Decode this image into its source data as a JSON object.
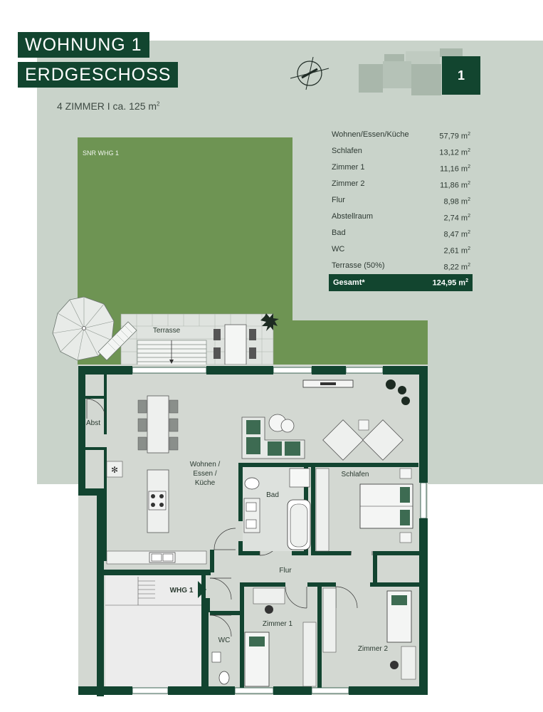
{
  "header": {
    "title_line1": "WOHNUNG 1",
    "title_line2": "ERDGESCHOSS",
    "subtitle": "4 ZIMMER I ca. 125 m",
    "subtitle_sup": "2"
  },
  "unit_badge": "1",
  "compass": {
    "icon": "compass-icon"
  },
  "areas": {
    "unit": "m",
    "unit_sup": "2",
    "rows": [
      {
        "label": "Wohnen/Essen/Küche",
        "value": "57,79 m"
      },
      {
        "label": "Schlafen",
        "value": "13,12 m"
      },
      {
        "label": "Zimmer 1",
        "value": "11,16 m"
      },
      {
        "label": "Zimmer 2",
        "value": "11,86 m"
      },
      {
        "label": "Flur",
        "value": "8,98 m"
      },
      {
        "label": "Abstellraum",
        "value": "2,74 m"
      },
      {
        "label": "Bad",
        "value": "8,47 m"
      },
      {
        "label": "WC",
        "value": "2,61  m"
      },
      {
        "label": "Terrasse (50%)",
        "value": "8,22 m"
      }
    ],
    "total_label": "Gesamt*",
    "total_value": "124,95 m"
  },
  "plan_labels": {
    "garden": "SNR WHG 1",
    "terrace": "Terrasse",
    "storage": "Abst",
    "living_line1": "Wohnen /",
    "living_line2": "Essen /",
    "living_line3": "Küche",
    "bath": "Bad",
    "bedroom": "Schlafen",
    "hall": "Flur",
    "entrance": "WHG 1",
    "wc": "WC",
    "room1": "Zimmer 1",
    "room2": "Zimmer 2"
  },
  "colors": {
    "brand_green": "#12452f",
    "wall": "#124430",
    "lawn": "#6e9453",
    "sage_bg": "#c9d3ca",
    "floor": "#d3d8d2"
  }
}
